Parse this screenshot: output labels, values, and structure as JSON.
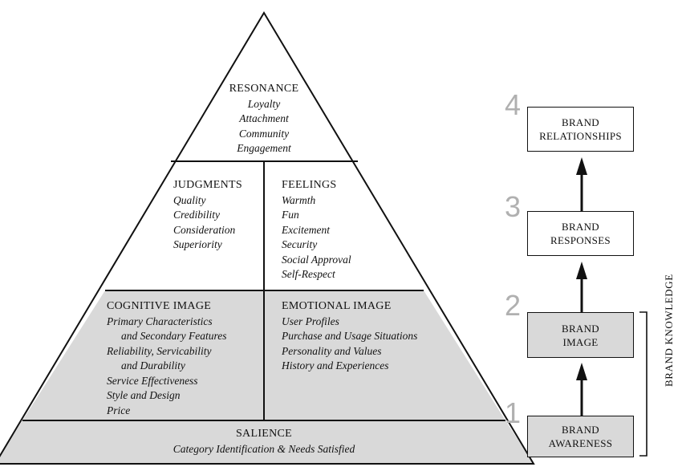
{
  "pyramid": {
    "resonance": {
      "title": "RESONANCE",
      "items": [
        "Loyalty",
        "Attachment",
        "Community",
        "Engagement"
      ]
    },
    "judgments": {
      "title": "JUDGMENTS",
      "items": [
        "Quality",
        "Credibility",
        "Consideration",
        "Superiority"
      ]
    },
    "feelings": {
      "title": "FEELINGS",
      "items": [
        "Warmth",
        "Fun",
        "Excitement",
        "Security",
        "Social Approval",
        "Self-Respect"
      ]
    },
    "cognitive_image": {
      "title": "COGNITIVE IMAGE",
      "items": [
        "Primary Characteristics",
        "and Secondary Features",
        "Reliability, Servicability",
        "and Durability",
        "Service Effectiveness",
        "Style and Design",
        "Price"
      ]
    },
    "emotional_image": {
      "title": "EMOTIONAL IMAGE",
      "items": [
        "User Profiles",
        "Purchase and Usage Situations",
        "Personality and Values",
        "History and Experiences"
      ]
    },
    "salience": {
      "title": "SALIENCE",
      "subtitle": "Category Identification & Needs Satisfied"
    }
  },
  "steps": [
    {
      "number": "1",
      "line1": "BRAND",
      "line2": "AWARENESS"
    },
    {
      "number": "2",
      "line1": "BRAND",
      "line2": "IMAGE"
    },
    {
      "number": "3",
      "line1": "BRAND",
      "line2": "RESPONSES"
    },
    {
      "number": "4",
      "line1": "BRAND",
      "line2": "RELATIONSHIPS"
    }
  ],
  "bracket_label": "BRAND KNOWLEDGE",
  "colors": {
    "fill_grey": "#d9d9d9",
    "stroke": "#111111",
    "step_number": "#b0b0b0"
  }
}
